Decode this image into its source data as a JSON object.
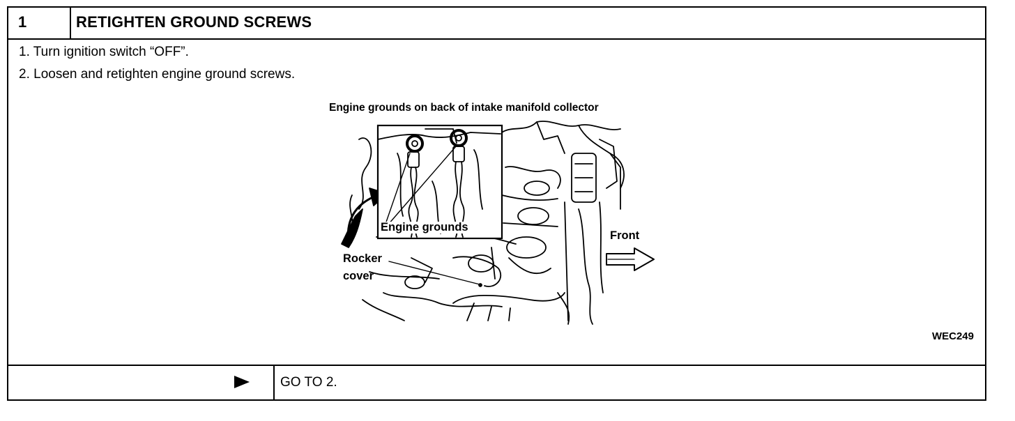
{
  "step": {
    "number": "1",
    "title": "RETIGHTEN GROUND SCREWS"
  },
  "instructions": [
    "1.  Turn ignition switch “OFF”.",
    "2.  Loosen and retighten engine ground screws."
  ],
  "figure": {
    "caption": "Engine grounds on back of intake manifold collector",
    "labels": {
      "engine_grounds": "Engine grounds",
      "front": "Front",
      "rocker": "Rocker",
      "cover": "cover"
    },
    "code": "WEC249"
  },
  "footer": {
    "arrow_icon": "play-arrow-icon",
    "goto": "GO TO 2."
  }
}
